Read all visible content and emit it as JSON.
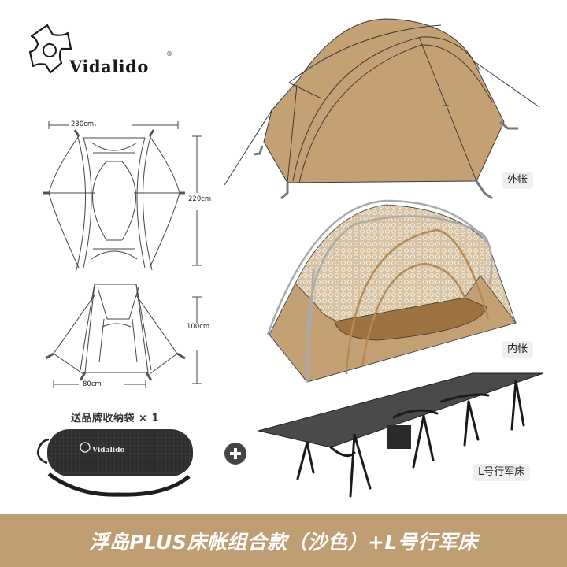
{
  "brand": {
    "name": "Vidalido",
    "registered_mark": "®"
  },
  "diagram": {
    "top_view": {
      "width_label": "230cm",
      "height_label": "220cm"
    },
    "end_view": {
      "width_label": "80cm",
      "height_label": "100cm"
    }
  },
  "products": {
    "outer_tent": {
      "label": "外帐"
    },
    "inner_tent": {
      "label": "内帐"
    },
    "cot": {
      "label": "L号行军床"
    },
    "gift_bag": {
      "label": "送品牌收纳袋 × 1"
    }
  },
  "plus_icon": "plus-circle-icon",
  "banner": {
    "title": "浮岛PLUS床帐组合款（沙色）+L号行军床"
  },
  "colors": {
    "sand": "#c09e73",
    "tent": "#c4a174",
    "inner_floor": "#9c7240",
    "dark": "#2e2e2e",
    "badge_bg": "#efefef"
  }
}
